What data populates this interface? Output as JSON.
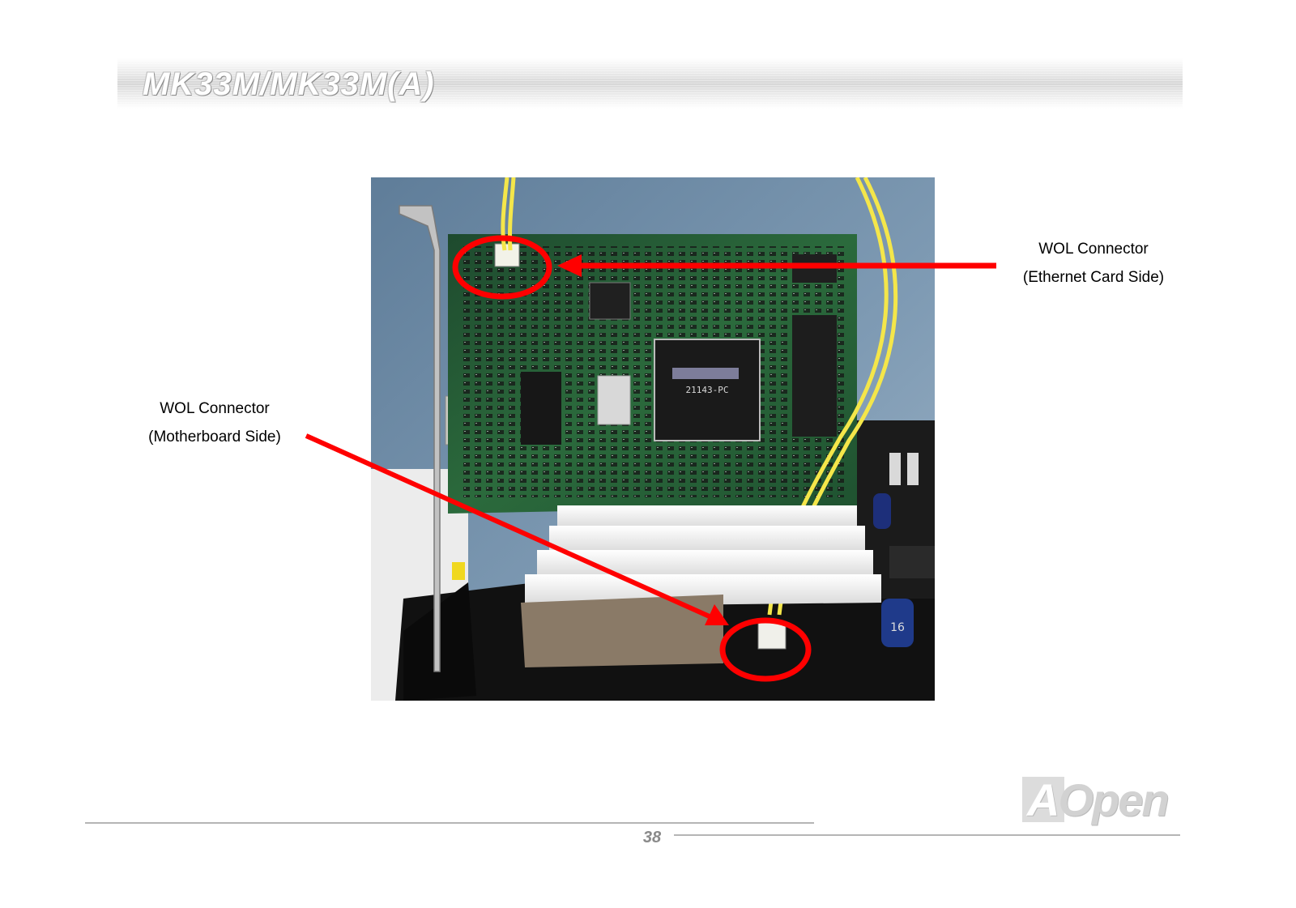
{
  "header": {
    "model_title": "MK33M/MK33M(A)"
  },
  "figure": {
    "photo_description_icon": "ethernet-card-installed-photo-icon"
  },
  "callouts": {
    "ethernet_side": {
      "line1": "WOL Connector",
      "line2": "(Ethernet Card Side)"
    },
    "motherboard_side": {
      "line1": "WOL Connector",
      "line2": "(Motherboard Side)"
    }
  },
  "colors": {
    "arrow": "#ff0000",
    "header_band": "#d6d6d6",
    "rule_lines": "#b5b5b5"
  },
  "footer": {
    "page_number": "38",
    "brand_first_letter": "A",
    "brand_rest": "Open"
  }
}
